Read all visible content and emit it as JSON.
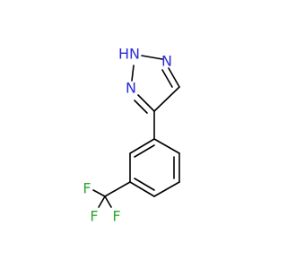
{
  "molecule": {
    "atoms": {
      "n1": {
        "symbol": "N",
        "hydrogen": "H",
        "element": "nitrogen"
      },
      "n2": {
        "symbol": "N",
        "element": "nitrogen"
      },
      "n3": {
        "symbol": "N",
        "element": "nitrogen"
      },
      "f1": {
        "symbol": "F",
        "element": "fluorine"
      },
      "f2": {
        "symbol": "F",
        "element": "fluorine"
      },
      "f3": {
        "symbol": "F",
        "element": "fluorine"
      }
    },
    "colors": {
      "nitrogen": "#2b2bd9",
      "fluorine": "#2ea82e",
      "bond": "#000000",
      "background": "#ffffff"
    }
  }
}
